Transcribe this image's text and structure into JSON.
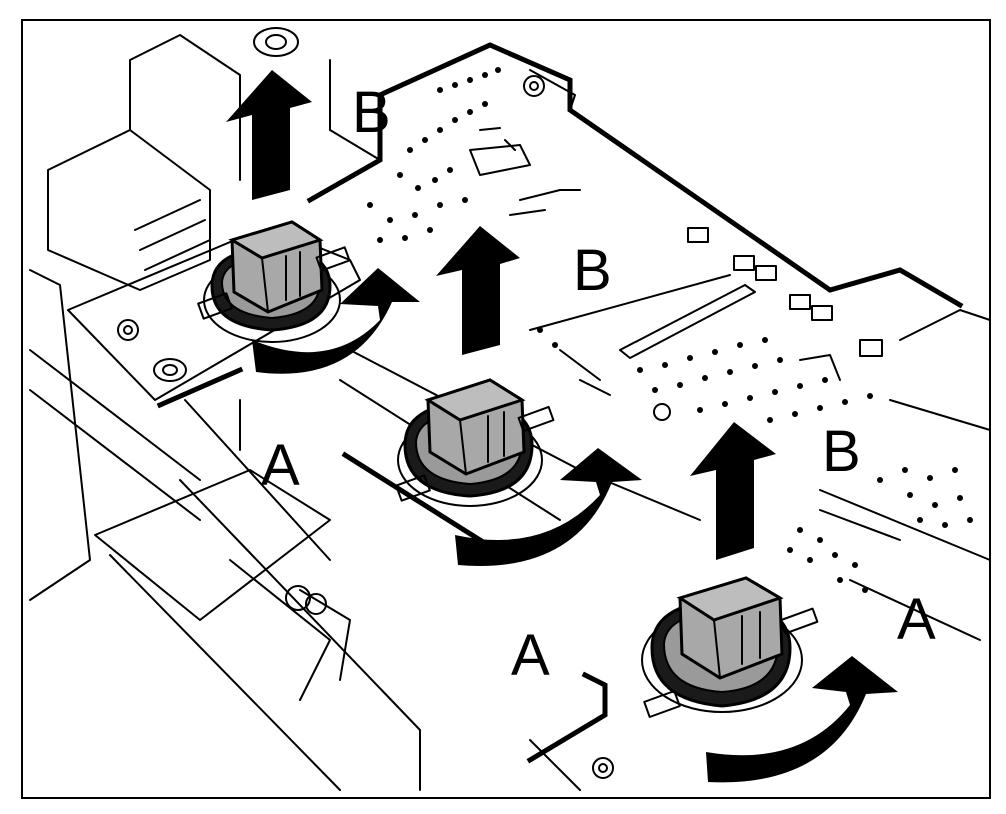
{
  "diagram": {
    "labels": {
      "a1": "A",
      "a2": "A",
      "a3": "A",
      "b1": "B",
      "b2": "B",
      "b3": "B"
    },
    "colors": {
      "knob": "#a8a8a8",
      "ink": "#000000",
      "background": "#ffffff"
    },
    "icons": [
      "up-arrow-icon",
      "rotate-arrow-icon",
      "knob-icon"
    ]
  }
}
